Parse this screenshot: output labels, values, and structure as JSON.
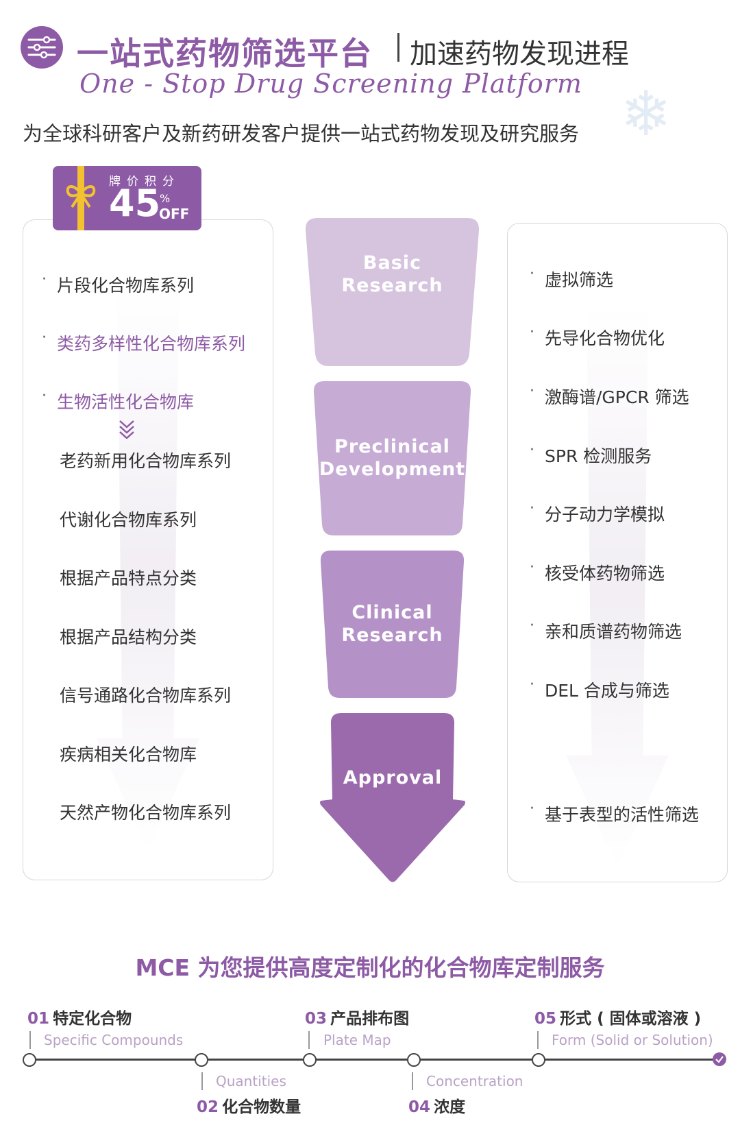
{
  "header": {
    "title_cn": "一站式药物筛选平台",
    "subtitle_cn": "加速药物发现进程",
    "title_en": "One - Stop Drug Screening Platform",
    "intro": "为全球科研客户及新药研发客户提供一站式药物发现及研究服务"
  },
  "badge": {
    "label": "牌价积分",
    "value": "45",
    "percent": "%",
    "off": "OFF"
  },
  "left_list": [
    "片段化合物库系列",
    "类药多样性化合物库系列",
    "生物活性化合物库",
    "老药新用化合物库系列",
    "代谢化合物库系列",
    "根据产品特点分类",
    "根据产品结构分类",
    "信号通路化合物库系列",
    "疾病相关化合物库",
    "天然产物化合物库系列"
  ],
  "stages": [
    {
      "line1": "Basic",
      "line2": "Research"
    },
    {
      "line1": "Preclinical",
      "line2": "Development"
    },
    {
      "line1": "Clinical",
      "line2": "Research"
    },
    {
      "line1": "Approval",
      "line2": ""
    }
  ],
  "right_list": [
    "虚拟筛选",
    "先导化合物优化",
    "激酶谱/GPCR 筛选",
    "SPR 检测服务",
    "分子动力学模拟",
    "核受体药物筛选",
    "亲和质谱药物筛选",
    "DEL 合成与筛选",
    "基于表型的活性筛选"
  ],
  "bottom": {
    "title": "MCE 为您提供高度定制化的化合物库定制服务",
    "steps": [
      {
        "num": "01",
        "title": "特定化合物",
        "en": "Specific Compounds"
      },
      {
        "num": "02",
        "title": "化合物数量",
        "en": "Quantities"
      },
      {
        "num": "03",
        "title": "产品排布图",
        "en": "Plate Map"
      },
      {
        "num": "04",
        "title": "浓度",
        "en": "Concentration"
      },
      {
        "num": "05",
        "title": "形式 ( 固体或溶液 )",
        "en": "Form (Solid or Solution)"
      }
    ]
  },
  "colors": {
    "brand_purple": "#8d5aa5",
    "stage1": "#d6c4df",
    "stage2": "#c6abd5",
    "stage3": "#b491c7",
    "stage4": "#9b6aad",
    "ribbon_gold": "#f2c230"
  }
}
